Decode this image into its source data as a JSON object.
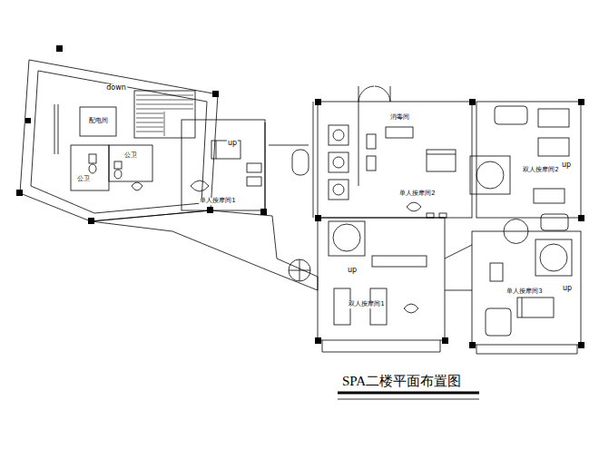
{
  "diagram": {
    "title": "SPA二楼平面布置图",
    "labels": [
      "down",
      "配电间",
      "公卫",
      "公卫",
      "up",
      "单人按摩间1",
      "消毒间",
      "单人按摩间2",
      "双人按摩间2",
      "up",
      "up",
      "双人按摩间1",
      "up",
      "单人按摩间3"
    ]
  }
}
